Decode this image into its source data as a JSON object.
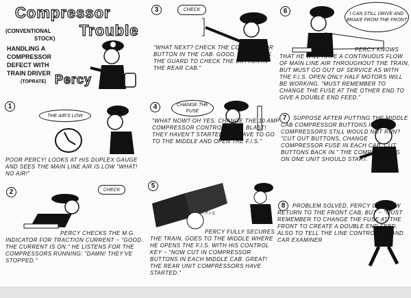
{
  "title": {
    "line1": "Compressor",
    "line2": "Trouble",
    "subtitle": [
      "(Conventional",
      "stock)"
    ],
    "intro": [
      "Handling a",
      "Compressor",
      "defect with",
      "Train Driver"
    ],
    "surname": "(Toprate)",
    "name": "Percy"
  },
  "panels": [
    {
      "number": "1",
      "bubble": "The air's low",
      "caption": "Poor Percy! Looks at his duplex gauge and sees the main line air is low \"What! No air!\""
    },
    {
      "number": "2",
      "bubble": "Check",
      "caption": "Percy checks the M.G. indicator for traction current ~ \"Good. The current is on.\" He listens for the compressors running: \"Damn! They've stopped.\""
    },
    {
      "number": "3",
      "bubble": "Check",
      "caption": "\"What next? Check the compressor button in the cab. Good, it's in! Ask the guard to check the button in the rear cab.\""
    },
    {
      "number": "4",
      "bubble": "Change the fuse",
      "caption": "\"What now? Oh yes. Change the 10 amp compressor control fuse. Blast! They haven't started. I'll have to go to the middle and open the F.I.S.\""
    },
    {
      "number": "5",
      "label": "F.I.S.",
      "caption": "Percy fully secures the train, goes to the middle where he opens the F.I.S. with his control key ~ \"Now cut in compressor buttons in each middle cab. Great! The rear unit compressors have started.\""
    },
    {
      "number": "6",
      "bubble": "I can still drive and brake from the front",
      "caption": "Percy knows that he will have a continuous flow of main line air throughout the train, but must go out of service as with the F.I.S. open only half motors will be working. \"Must remember to change the fuse at the other end to give a double end feed.\""
    },
    {
      "number": "7",
      "caption": "Suppose after putting the middle cab compressor buttons in, the compressors still would not run? \"Cut out buttons, change compressor fuse in each cab. Cut buttons back in.\" The compressors on one unit should start."
    },
    {
      "number": "8",
      "caption": "Problem solved, Percy can now return to the front cab, but ~ \"Must remember to change the fuse at the front to create a double end feed, also to tell the line controller and car examiner"
    }
  ]
}
